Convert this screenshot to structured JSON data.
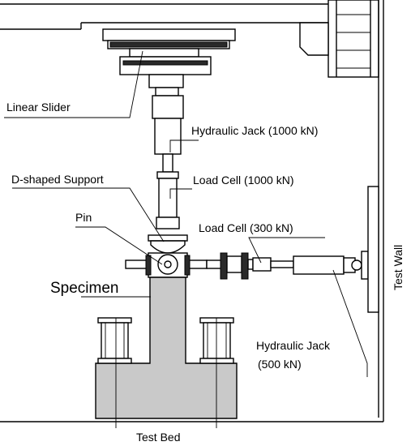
{
  "labels": {
    "linear_slider": "Linear Slider",
    "hydraulic_jack_1000": "Hydraulic Jack (1000 kN)",
    "d_shaped_support": "D-shaped Support",
    "load_cell_1000": "Load Cell (1000 kN)",
    "pin": "Pin",
    "load_cell_300": "Load Cell (300 kN)",
    "specimen": "Specimen",
    "hydraulic_jack_500_line1": "Hydraulic Jack",
    "hydraulic_jack_500_line2": "(500 kN)",
    "test_wall": "Test Wall",
    "test_bed": "Test Bed"
  }
}
